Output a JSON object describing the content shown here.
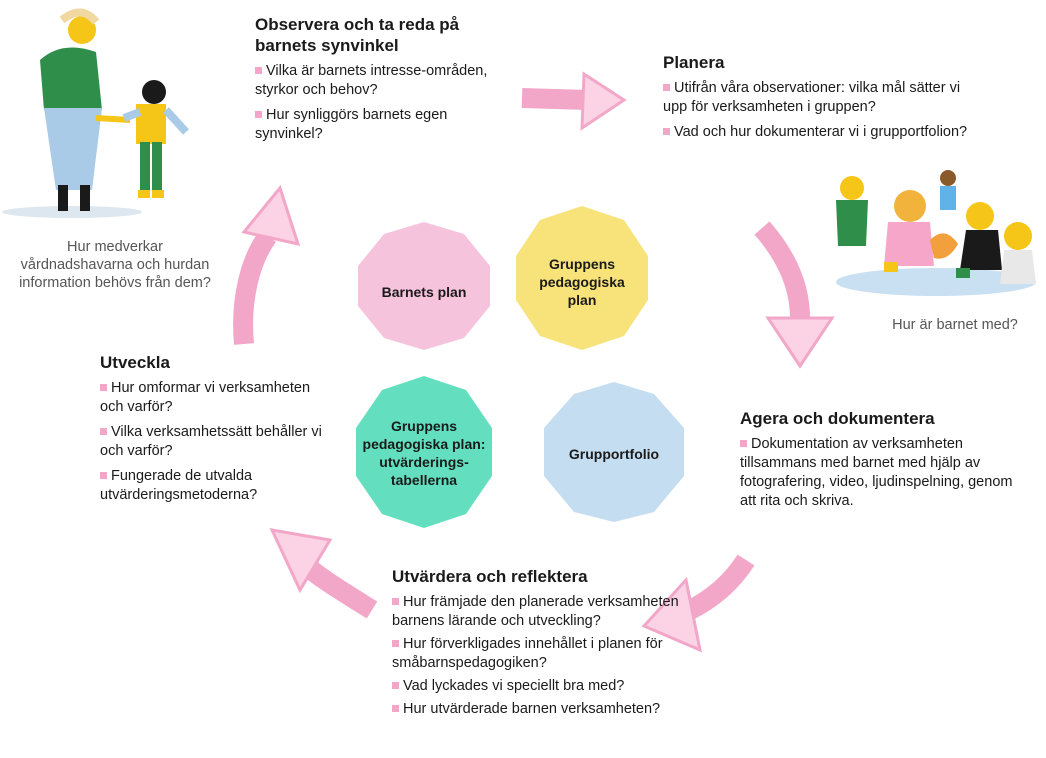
{
  "sections": {
    "observe": {
      "heading": "Observera och ta reda på barnets synvinkel",
      "items": [
        "Vilka är barnets intresse-områden, styrkor och behov?",
        "Hur synliggörs barnets egen synvinkel?"
      ]
    },
    "plan": {
      "heading": "Planera",
      "items": [
        "Utifrån våra observationer: vilka mål sätter vi upp för verksamheten i gruppen?",
        "Vad och hur dokumenterar vi i grupportfolion?"
      ]
    },
    "act": {
      "heading": "Agera och dokumentera",
      "items": [
        "Dokumentation av verksamheten tillsammans med barnet med hjälp av fotografering, video, ljudinspelning, genom att rita och skriva."
      ]
    },
    "evaluate": {
      "heading": "Utvärdera och reflektera",
      "items": [
        "Hur främjade den planerade verksamheten barnens lärande och utveckling?",
        "Hur förverkligades innehållet i planen för småbarnspedagogiken?",
        "Vad lyckades vi speciellt bra med?",
        "Hur utvärderade barnen verksamheten?"
      ]
    },
    "develop": {
      "heading": "Utveckla",
      "items": [
        "Hur omformar vi verksamheten och varför?",
        "Vilka verksamhetssätt behåller vi och varför?",
        "Fungerade de utvalda utvärderingsmetoderna?"
      ]
    }
  },
  "captions": {
    "guardians": "Hur medverkar vårdnadshavarna och hurdan information behövs från dem?",
    "child": "Hur är barnet med?"
  },
  "circles": [
    {
      "label": "Barnets plan",
      "color": "#f6c3dc"
    },
    {
      "label": "Gruppens pedagogiska plan",
      "color": "#f8e27a"
    },
    {
      "label": "Gruppens pedagogiska plan: utvärderings-tabellerna",
      "color": "#63dfc0"
    },
    {
      "label": "Grupportfolio",
      "color": "#c5ddf1"
    }
  ],
  "colors": {
    "arrow": "#f2a7c9",
    "bullet": "#f2a7c9"
  }
}
